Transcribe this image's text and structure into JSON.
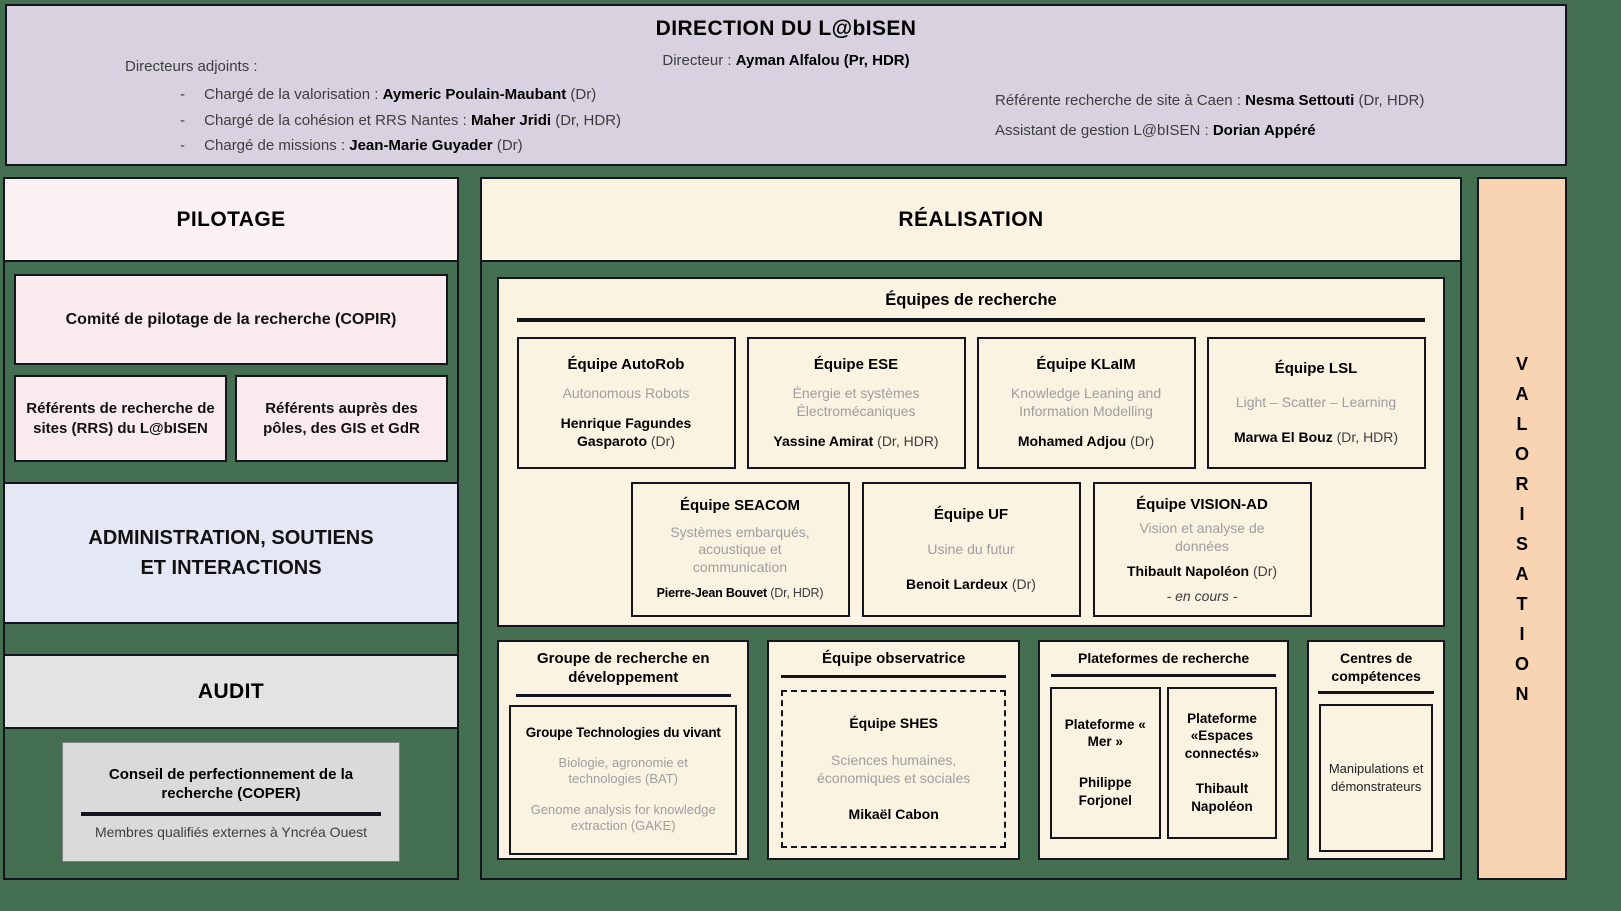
{
  "colors": {
    "background_green": "#446F50",
    "banner_purple": "#D8D2E0",
    "pink": "#F9EAEE",
    "blue": "#E4E8F5",
    "gray": "#E3E3E3",
    "cream": "#FAF3E2",
    "peach": "#F8D4B2",
    "border": "#14141E",
    "subtitle_gray": "#9E9E9E"
  },
  "direction": {
    "title": "DIRECTION DU L@bISEN",
    "directeur_label": "Directeur :",
    "directeur_name": "Ayman Alfalou (Pr, HDR)",
    "adjoints_label": "Directeurs adjoints :",
    "bullet": "-",
    "adjoints": [
      {
        "role": "Chargé de la valorisation :",
        "name": "Aymeric Poulain-Maubant",
        "suffix": "(Dr)"
      },
      {
        "role": "Chargé de la cohésion et RRS Nantes  :",
        "name": "Maher Jridi",
        "suffix": "(Dr, HDR)"
      },
      {
        "role": "Chargé de missions :",
        "name": "Jean-Marie Guyader",
        "suffix": "(Dr)"
      }
    ],
    "caen": {
      "label": "Référente recherche de site à Caen :",
      "name": "Nesma Settouti",
      "suffix": "(Dr, HDR)"
    },
    "gestion": {
      "label": "Assistant de gestion L@bISEN :",
      "name": "Dorian Appéré",
      "suffix": ""
    }
  },
  "pilotage": {
    "title": "PILOTAGE",
    "copir": "Comité de pilotage de la recherche (COPIR)",
    "rrs": "Référents de recherche de sites (RRS) du L@bISEN",
    "poles": "Référents auprès des pôles, des GIS et GdR"
  },
  "administration": {
    "line1": "ADMINISTRATION,  SOUTIENS",
    "line2": "ET INTERACTIONS"
  },
  "audit": {
    "title": "AUDIT",
    "coper_title": "Conseil de perfectionnement de la recherche (COPER)",
    "coper_sub": "Membres qualifiés externes à Yncréa Ouest"
  },
  "realisation": {
    "title": "RÉALISATION",
    "equipes_title": "Équipes de recherche",
    "teams_row1": [
      {
        "title": "Équipe AutoRob",
        "subtitle": "Autonomous Robots",
        "leader": "Henrique Fagundes Gasparoto",
        "suffix": "(Dr)"
      },
      {
        "title": "Équipe ESE",
        "subtitle": "Énergie et systèmes Électromécaniques",
        "leader": "Yassine Amirat",
        "suffix": "(Dr, HDR)"
      },
      {
        "title": "Équipe KLaIM",
        "subtitle": "Knowledge Leaning and Information Modelling",
        "leader": "Mohamed Adjou",
        "suffix": "(Dr)"
      },
      {
        "title": "Équipe LSL",
        "subtitle": "Light – Scatter – Learning",
        "leader": "Marwa El Bouz",
        "suffix": "(Dr, HDR)"
      }
    ],
    "teams_row2": [
      {
        "title": "Équipe SEACOM",
        "subtitle": "Systèmes embarqués, acoustique et communication",
        "leader": "Pierre-Jean Bouvet",
        "suffix": "(Dr, HDR)",
        "note": ""
      },
      {
        "title": "Équipe UF",
        "subtitle": "Usine du futur",
        "leader": "Benoit Lardeux",
        "suffix": "(Dr)",
        "note": ""
      },
      {
        "title": "Équipe VISION-AD",
        "subtitle": "Vision et analyse de données",
        "leader": "Thibault Napoléon",
        "suffix": "(Dr)",
        "note": "- en cours -"
      }
    ],
    "groupe_dev": {
      "title": "Groupe de recherche en développement",
      "inner_title": "Groupe Technologies du vivant",
      "line1": "Biologie, agronomie et technologies (BAT)",
      "line2": "Genome analysis for knowledge extraction (GAKE)"
    },
    "observatrice": {
      "title": "Équipe observatrice",
      "inner_title": "Équipe SHES",
      "subtitle": "Sciences humaines, économiques et sociales",
      "leader": "Mikaël Cabon"
    },
    "plateformes": {
      "title": "Plateformes de recherche",
      "items": [
        {
          "title": "Plateforme « Mer »",
          "leader": "Philippe Forjonel"
        },
        {
          "title": "Plateforme «Espaces connectés»",
          "leader": "Thibault Napoléon"
        }
      ]
    },
    "centres": {
      "title": "Centres de compétences",
      "inner": "Manipulations et démonstrateurs"
    }
  },
  "valorisation": {
    "letters": [
      "V",
      "A",
      "L",
      "O",
      "R",
      "I",
      "S",
      "A",
      "T",
      "I",
      "O",
      "N"
    ]
  }
}
